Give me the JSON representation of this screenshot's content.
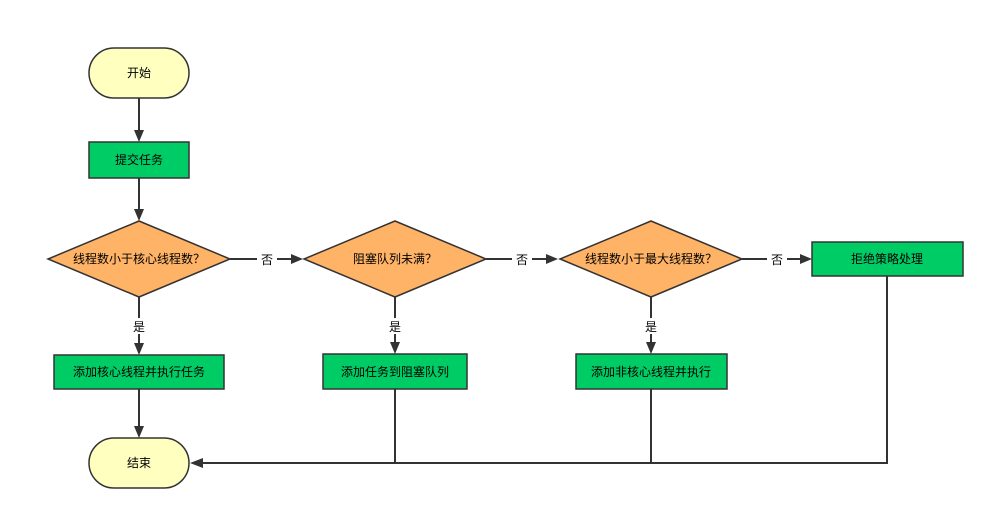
{
  "colors": {
    "terminal_fill": "#ffffc0",
    "process_fill": "#00cc66",
    "decision_fill": "#ffb366",
    "stroke": "#333333",
    "label_background": "#ffffff"
  },
  "nodes": {
    "start": "开始",
    "submit": "提交任务",
    "check_core": "线程数小于核心线程数？",
    "check_queue": "阻塞队列未满？",
    "check_max": "线程数小于最大线程数？",
    "reject": "拒绝策略处理",
    "add_core": "添加核心线程并执行任务",
    "add_queue": "添加任务到阻塞队列",
    "add_noncore": "添加非核心线程并执行",
    "end": "结束"
  },
  "edges": {
    "no_1": "否",
    "no_2": "否",
    "no_3": "否",
    "yes_1": "是",
    "yes_2": "是",
    "yes_3": "是"
  }
}
